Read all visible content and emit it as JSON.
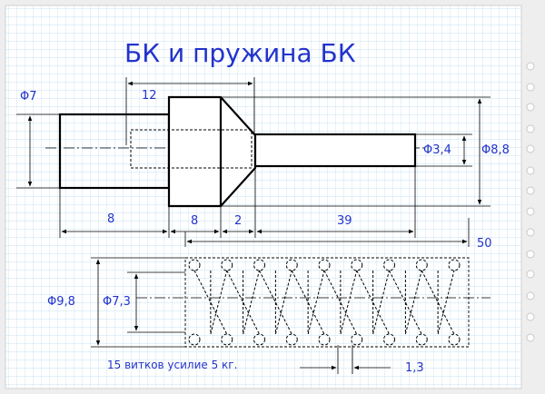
{
  "title": "БК и пружина БК",
  "colors": {
    "grid": "#a9cfe8",
    "ink": "#000000",
    "label": "#2233cc",
    "paper": "#ffffff",
    "outer": "#e8e8e8"
  },
  "dimensions": {
    "d_head": "Φ7",
    "len_12": "12",
    "len_8a": "8",
    "len_8b": "8",
    "len_2": "2",
    "len_39": "39",
    "len_50": "50",
    "d_pin": "Φ3,4",
    "d_body": "Φ8,8",
    "spring_outer": "Φ9,8",
    "spring_inner": "Φ7,3",
    "pitch": "1,3"
  },
  "spring_note": "15 витков усилие 5 кг.",
  "spring_turns": 15
}
